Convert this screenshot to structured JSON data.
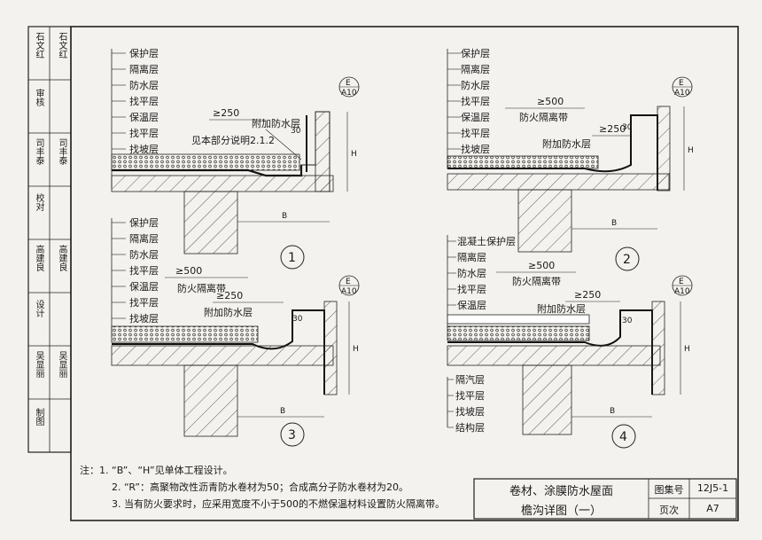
{
  "side_block": {
    "cells": [
      {
        "label": "石文红",
        "sign": "石文红"
      },
      {
        "label": "审核",
        "sign": ""
      },
      {
        "label": "司丰泰",
        "sign": "司丰泰"
      },
      {
        "label": "校对",
        "sign": ""
      },
      {
        "label": "高建良",
        "sign": "高建良"
      },
      {
        "label": "设计",
        "sign": ""
      },
      {
        "label": "吴显丽",
        "sign": "吴显丽"
      },
      {
        "label": "制图",
        "sign": ""
      }
    ]
  },
  "detail1": {
    "layers": [
      "保护层",
      "隔离层",
      "防水层",
      "找平层",
      "保温层",
      "找平层",
      "找坡层"
    ],
    "dim_250": "≥250",
    "extra_layer": "附加防水层",
    "note_ref": "见本部分说明2.1.2",
    "dim_30": "30",
    "dim_H": "H",
    "dim_B": "B",
    "ref_top": "E",
    "ref_bottom": "A10",
    "number": "1"
  },
  "detail2": {
    "layers": [
      "保护层",
      "隔离层",
      "防水层",
      "找平层",
      "保温层",
      "找平层",
      "找坡层"
    ],
    "dim_500": "≥500",
    "fire_band": "防火隔离带",
    "dim_250": "≥250",
    "extra_layer": "附加防水层",
    "dim_30": "30",
    "dim_H": "H",
    "dim_B": "B",
    "ref_top": "E",
    "ref_bottom": "A10",
    "number": "2"
  },
  "detail3": {
    "layers": [
      "保护层",
      "隔离层",
      "防水层",
      "找平层",
      "保温层",
      "找平层",
      "找坡层"
    ],
    "dim_500": "≥500",
    "fire_band": "防火隔离带",
    "dim_250": "≥250",
    "extra_layer": "附加防水层",
    "dim_30": "30",
    "dim_H": "H",
    "dim_B": "B",
    "ref_top": "E",
    "ref_bottom": "A10",
    "number": "3"
  },
  "detail4": {
    "layers_top": [
      "混凝土保护层",
      "隔离层",
      "防水层",
      "找平层",
      "保温层"
    ],
    "layers_bottom": [
      "隔汽层",
      "找平层",
      "找坡层",
      "结构层"
    ],
    "dim_500": "≥500",
    "fire_band": "防火隔离带",
    "dim_250": "≥250",
    "extra_layer": "附加防水层",
    "dim_30": "30",
    "dim_H": "H",
    "dim_B": "B",
    "ref_top": "E",
    "ref_bottom": "A10",
    "number": "4"
  },
  "notes": [
    "注：1. “B”、“H”见单体工程设计。",
    "2. “R”：高聚物改性沥青防水卷材为50；合成高分子防水卷材为20。",
    "3. 当有防火要求时，应采用宽度不小于500的不燃保温材料设置防火隔离带。"
  ],
  "title_block": {
    "title_line1": "卷材、涂膜防水屋面",
    "title_line2": "檐沟详图（一）",
    "atlas_label": "图集号",
    "atlas_value": "12J5-1",
    "page_label": "页次",
    "page_value": "A7"
  }
}
